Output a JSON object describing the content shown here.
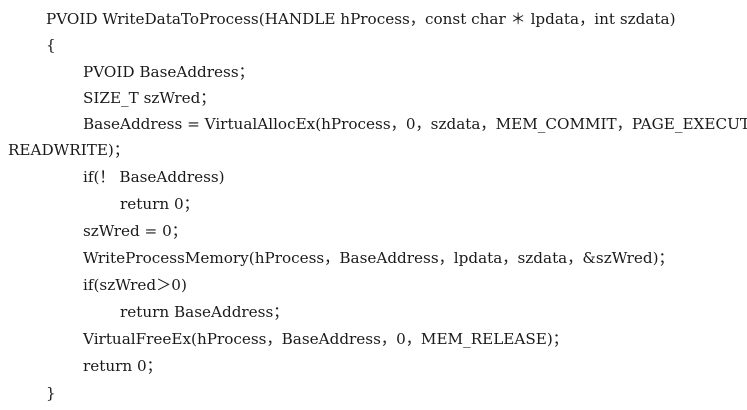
{
  "code": {
    "lines": [
      "PVOID WriteDataToProcess(HANDLE hProcess，const char ＊ lpdata，int szdata)",
      "{",
      "PVOID BaseAddress；",
      "SIZE_T szWred；",
      "BaseAddress = VirtualAllocEx(hProcess，0，szdata，MEM_COMMIT，PAGE_EXECUTE_",
      "READWRITE)；",
      "if(！ BaseAddress)",
      "return 0；",
      "szWred = 0；",
      "WriteProcessMemory(hProcess，BaseAddress，lpdata，szdata，&szWred)；",
      "if(szWred＞0)",
      "return BaseAddress；",
      "VirtualFreeEx(hProcess，BaseAddress，0，MEM_RELEASE)；",
      "return 0；",
      "}"
    ]
  }
}
